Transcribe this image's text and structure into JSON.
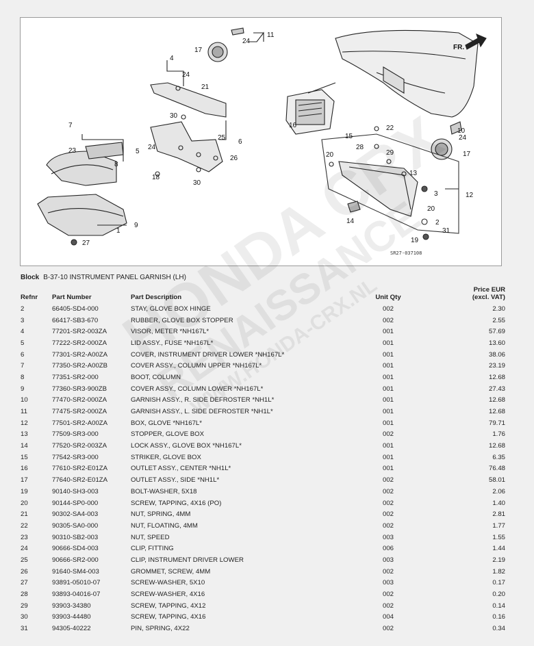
{
  "diagram": {
    "code": "SR27-037108",
    "direction_label": "FR.",
    "callouts": [
      "1",
      "2",
      "3",
      "4",
      "5",
      "6",
      "7",
      "8",
      "9",
      "10",
      "11",
      "12",
      "13",
      "14",
      "15",
      "16",
      "17",
      "17",
      "18",
      "19",
      "20",
      "20",
      "21",
      "22",
      "23",
      "24",
      "24",
      "24",
      "24",
      "25",
      "26",
      "27",
      "28",
      "29",
      "30",
      "30",
      "31"
    ]
  },
  "watermark": {
    "line1": "HONDA CRX",
    "line2": "RENAISSANCE",
    "line3": "WWW.HONDA-CRX.NL"
  },
  "block": {
    "label": "Block",
    "title": "B-37-10 INSTRUMENT PANEL GARNISH (LH)"
  },
  "table": {
    "headers": {
      "refnr": "Refnr",
      "part_number": "Part Number",
      "description": "Part Description",
      "unit_qty": "Unit Qty",
      "price_line1": "Price EUR",
      "price_line2": "(excl. VAT)"
    },
    "rows": [
      {
        "ref": "2",
        "pn": "66405-SD4-000",
        "desc": "STAY, GLOVE BOX HINGE",
        "qty": "002",
        "price": "2.30"
      },
      {
        "ref": "3",
        "pn": "66417-SB3-670",
        "desc": "RUBBER, GLOVE BOX STOPPER",
        "qty": "002",
        "price": "2.55"
      },
      {
        "ref": "4",
        "pn": "77201-SR2-003ZA",
        "desc": "VISOR, METER *NH167L*",
        "qty": "001",
        "price": "57.69"
      },
      {
        "ref": "5",
        "pn": "77222-SR2-000ZA",
        "desc": "LID ASSY., FUSE *NH167L*",
        "qty": "001",
        "price": "13.60"
      },
      {
        "ref": "6",
        "pn": "77301-SR2-A00ZA",
        "desc": "COVER, INSTRUMENT DRIVER LOWER *NH167L*",
        "qty": "001",
        "price": "38.06"
      },
      {
        "ref": "7",
        "pn": "77350-SR2-A00ZB",
        "desc": "COVER ASSY., COLUMN UPPER *NH167L*",
        "qty": "001",
        "price": "23.19"
      },
      {
        "ref": "8",
        "pn": "77351-SR2-000",
        "desc": "BOOT, COLUMN",
        "qty": "001",
        "price": "12.68"
      },
      {
        "ref": "9",
        "pn": "77360-SR3-900ZB",
        "desc": "COVER ASSY., COLUMN LOWER *NH167L*",
        "qty": "001",
        "price": "27.43"
      },
      {
        "ref": "10",
        "pn": "77470-SR2-000ZA",
        "desc": "GARNISH ASSY., R. SIDE DEFROSTER *NH1L*",
        "qty": "001",
        "price": "12.68"
      },
      {
        "ref": "11",
        "pn": "77475-SR2-000ZA",
        "desc": "GARNISH ASSY., L. SIDE DEFROSTER *NH1L*",
        "qty": "001",
        "price": "12.68"
      },
      {
        "ref": "12",
        "pn": "77501-SR2-A00ZA",
        "desc": "BOX, GLOVE *NH167L*",
        "qty": "001",
        "price": "79.71"
      },
      {
        "ref": "13",
        "pn": "77509-SR3-000",
        "desc": "STOPPER, GLOVE BOX",
        "qty": "002",
        "price": "1.76"
      },
      {
        "ref": "14",
        "pn": "77520-SR2-003ZA",
        "desc": "LOCK ASSY., GLOVE BOX *NH167L*",
        "qty": "001",
        "price": "12.68"
      },
      {
        "ref": "15",
        "pn": "77542-SR3-000",
        "desc": "STRIKER, GLOVE BOX",
        "qty": "001",
        "price": "6.35"
      },
      {
        "ref": "16",
        "pn": "77610-SR2-E01ZA",
        "desc": "OUTLET ASSY., CENTER *NH1L*",
        "qty": "001",
        "price": "76.48"
      },
      {
        "ref": "17",
        "pn": "77640-SR2-E01ZA",
        "desc": "OUTLET ASSY., SIDE *NH1L*",
        "qty": "002",
        "price": "58.01"
      },
      {
        "ref": "19",
        "pn": "90140-SH3-003",
        "desc": "BOLT-WASHER, 5X18",
        "qty": "002",
        "price": "2.06"
      },
      {
        "ref": "20",
        "pn": "90144-SP0-000",
        "desc": "SCREW, TAPPING, 4X16 (PO)",
        "qty": "002",
        "price": "1.40"
      },
      {
        "ref": "21",
        "pn": "90302-SA4-003",
        "desc": "NUT, SPRING, 4MM",
        "qty": "002",
        "price": "2.81"
      },
      {
        "ref": "22",
        "pn": "90305-SA0-000",
        "desc": "NUT, FLOATING, 4MM",
        "qty": "002",
        "price": "1.77"
      },
      {
        "ref": "23",
        "pn": "90310-SB2-003",
        "desc": "NUT, SPEED",
        "qty": "003",
        "price": "1.55"
      },
      {
        "ref": "24",
        "pn": "90666-SD4-003",
        "desc": "CLIP, FITTING",
        "qty": "006",
        "price": "1.44"
      },
      {
        "ref": "25",
        "pn": "90666-SR2-000",
        "desc": "CLIP, INSTRUMENT DRIVER LOWER",
        "qty": "003",
        "price": "2.19"
      },
      {
        "ref": "26",
        "pn": "91640-SM4-003",
        "desc": "GROMMET, SCREW, 4MM",
        "qty": "002",
        "price": "1.82"
      },
      {
        "ref": "27",
        "pn": "93891-05010-07",
        "desc": "SCREW-WASHER, 5X10",
        "qty": "003",
        "price": "0.17"
      },
      {
        "ref": "28",
        "pn": "93893-04016-07",
        "desc": "SCREW-WASHER, 4X16",
        "qty": "002",
        "price": "0.20"
      },
      {
        "ref": "29",
        "pn": "93903-34380",
        "desc": "SCREW, TAPPING, 4X12",
        "qty": "002",
        "price": "0.14"
      },
      {
        "ref": "30",
        "pn": "93903-44480",
        "desc": "SCREW, TAPPING, 4X16",
        "qty": "004",
        "price": "0.16"
      },
      {
        "ref": "31",
        "pn": "94305-40222",
        "desc": "PIN, SPRING, 4X22",
        "qty": "002",
        "price": "0.34"
      }
    ]
  }
}
